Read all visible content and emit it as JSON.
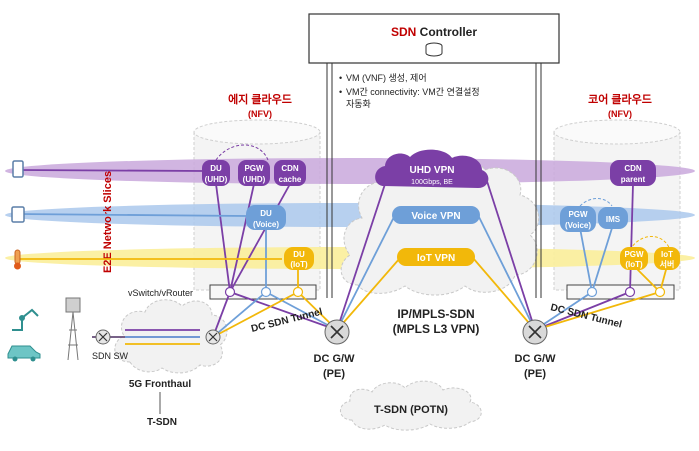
{
  "controller": {
    "title_prefix": "SDN",
    "title_suffix": " Controller"
  },
  "notes": {
    "line1": "VM (VNF) 생성, 제어",
    "line2": "VM간 connectivity: VM간 연결설정",
    "line3": "자동화"
  },
  "edge_cloud": {
    "title": "에지 클라우드",
    "subtitle": "(NFV)"
  },
  "core_cloud": {
    "title": "코어 클라우드",
    "subtitle": "(NFV)"
  },
  "slices_label": "E2E Network Slices",
  "vnfs": {
    "du_uhd": [
      "DU",
      "(UHD)"
    ],
    "pgw_uhd": [
      "PGW",
      "(UHD)"
    ],
    "cdn_cache": [
      "CDN",
      "cache"
    ],
    "du_voice": [
      "DU",
      "(Voice)"
    ],
    "du_iot": [
      "DU",
      "(IoT)"
    ],
    "cdn_parent": [
      "CDN",
      "parent"
    ],
    "pgw_voice": [
      "PGW",
      "(Voice)"
    ],
    "ims": "IMS",
    "pgw_iot": [
      "PGW",
      "(IoT)"
    ],
    "iot_server": [
      "IoT",
      "서버"
    ]
  },
  "vpns": {
    "uhd": "UHD VPN",
    "uhd_sub": "100Gbps, BE",
    "voice": "Voice VPN",
    "iot": "IoT VPN"
  },
  "vswitch": "vSwitch/vRouter",
  "dc_tunnel_left": "DC SDN Tunnel",
  "dc_tunnel_right": "DC SDN Tunnel",
  "ipmpls": [
    "IP/MPLS-SDN",
    "(MPLS L3 VPN)"
  ],
  "dcgw_left": [
    "DC G/W",
    "(PE)"
  ],
  "dcgw_right": [
    "DC G/W",
    "(PE)"
  ],
  "tsdn_potn": "T-SDN (POTN)",
  "sdn_sw": "SDN SW",
  "fronthaul": "5G Fronthaul",
  "tsdn": "T-SDN",
  "colors": {
    "uhd": "#7b3fa6",
    "voice": "#6e9fd8",
    "iot": "#f2b80a",
    "red": "#c00000",
    "uhd_band": "#c9a8dc",
    "voice_band": "#aac8ec",
    "iot_band": "#fbee9a"
  }
}
